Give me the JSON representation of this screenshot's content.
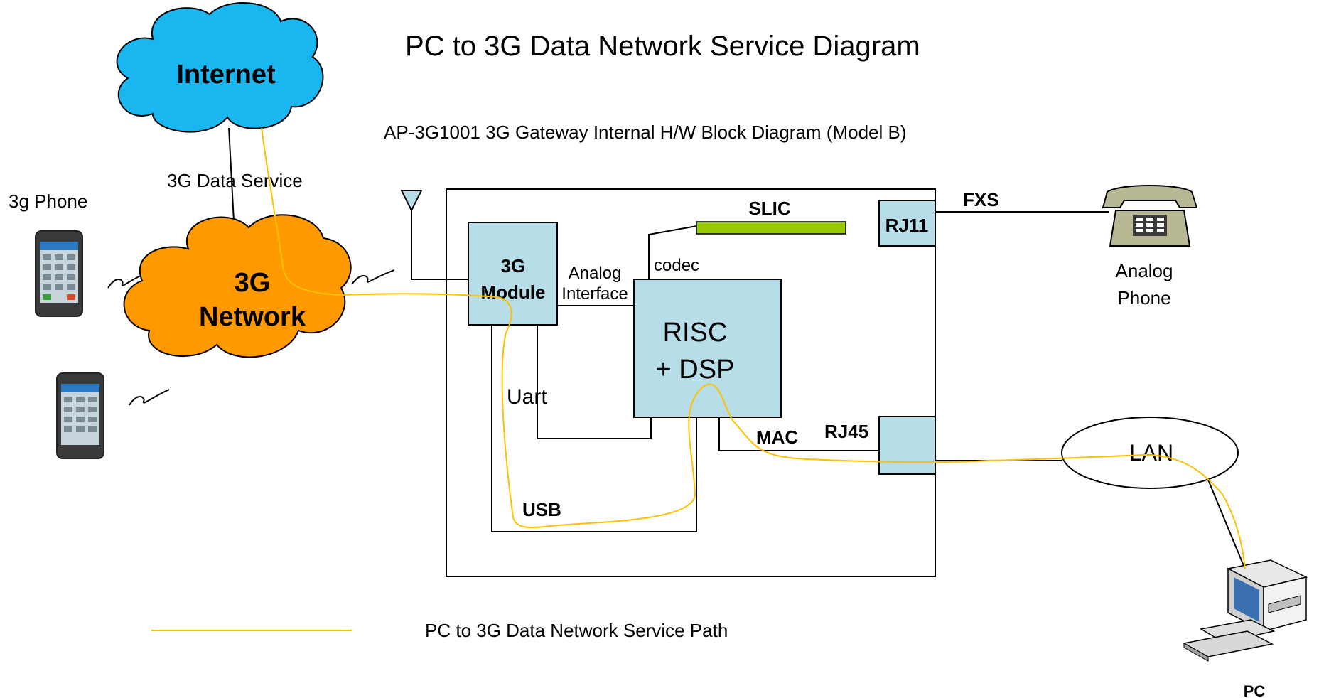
{
  "title": "PC to 3G Data Network Service Diagram",
  "subtitle": "AP-3G1001 3G Gateway Internal H/W Block Diagram (Model B)",
  "nodes": {
    "internet": "Internet",
    "network_line1": "3G",
    "network_line2": "Network",
    "data_service": "3G Data Service",
    "phone3g": "3g Phone",
    "module_line1": "3G",
    "module_line2": "Module",
    "analog_line1": "Analog",
    "analog_line2": "Interface",
    "codec": "codec",
    "slic": "SLIC",
    "rj11": "RJ11",
    "fxs": "FXS",
    "analog_phone_line1": "Analog",
    "analog_phone_line2": "Phone",
    "risc_line1": "RISC",
    "risc_line2": "+ DSP",
    "uart": "Uart",
    "usb": "USB",
    "mac": "MAC",
    "rj45": "RJ45",
    "lan": "LAN",
    "pc": "PC"
  },
  "legend": {
    "path_label": "PC to 3G Data Network Service Path"
  },
  "colors": {
    "internet_cloud": "#1ab6f0",
    "network_cloud": "#ff9900",
    "block_fill": "#b6dde8",
    "slic_fill": "#99cc00",
    "path": "#ffc000",
    "phone_body": "#b8b894"
  }
}
